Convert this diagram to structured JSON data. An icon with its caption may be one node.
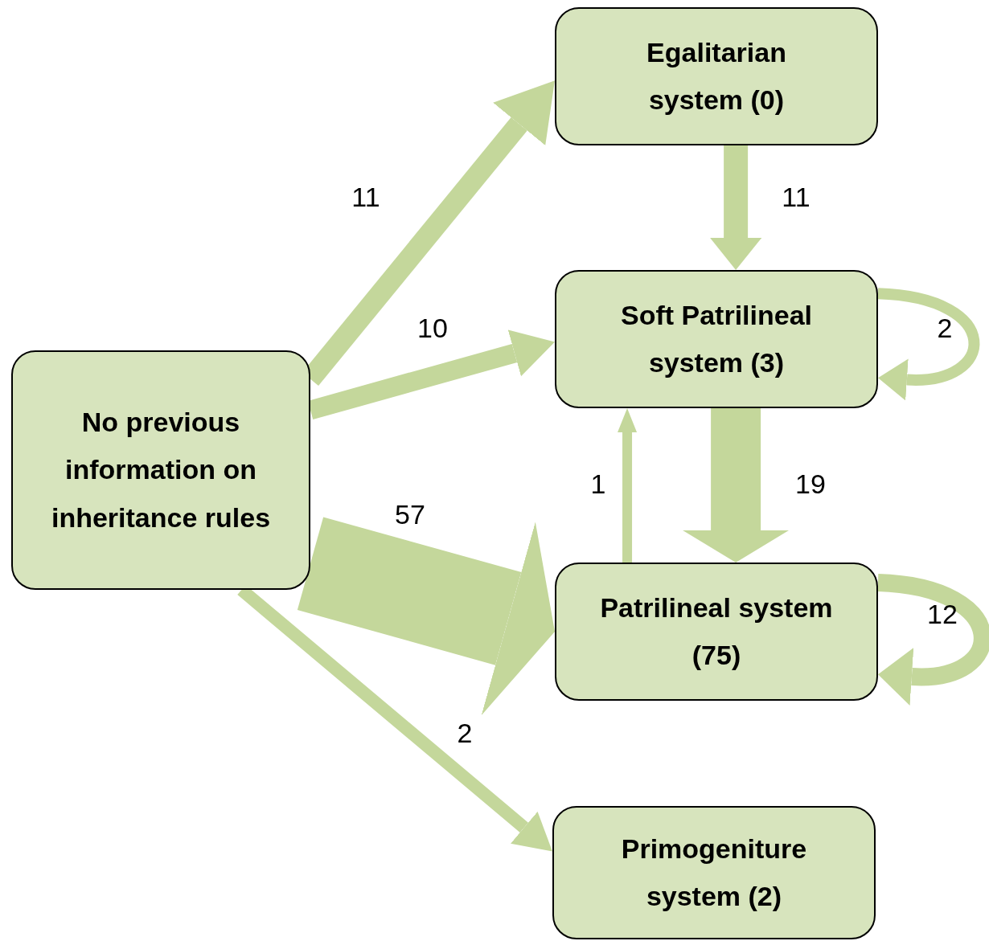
{
  "diagram": {
    "nodes": [
      {
        "text": [
          "No previous information on inheritance rules"
        ]
      },
      {
        "text": [
          "Egalitarian system (0)"
        ]
      },
      {
        "text": [
          "Soft Patrilineal system (3)"
        ]
      },
      {
        "text": [
          "Patrilineal system (75)"
        ]
      },
      {
        "text": [
          "Primogeniture system (2)"
        ]
      }
    ],
    "edges": [
      {
        "from": 0,
        "to": 1,
        "arrow": "to",
        "label": "11"
      },
      {
        "from": 1,
        "to": 2,
        "arrow": "to",
        "label": "11"
      },
      {
        "from": 0,
        "to": 2,
        "arrow": "to",
        "label": "10"
      },
      {
        "from": 2,
        "to": 2,
        "arrow": "to",
        "label": "2"
      },
      {
        "from": 3,
        "to": 2,
        "arrow": "to",
        "label": "1"
      },
      {
        "from": 2,
        "to": 3,
        "arrow": "to",
        "label": "19",
        "style": "thick"
      },
      {
        "from": 0,
        "to": 3,
        "arrow": "to",
        "label": "57",
        "style": "thick"
      },
      {
        "from": 3,
        "to": 3,
        "arrow": "to",
        "label": "12"
      },
      {
        "from": 0,
        "to": 4,
        "arrow": "to",
        "label": "2"
      }
    ]
  }
}
